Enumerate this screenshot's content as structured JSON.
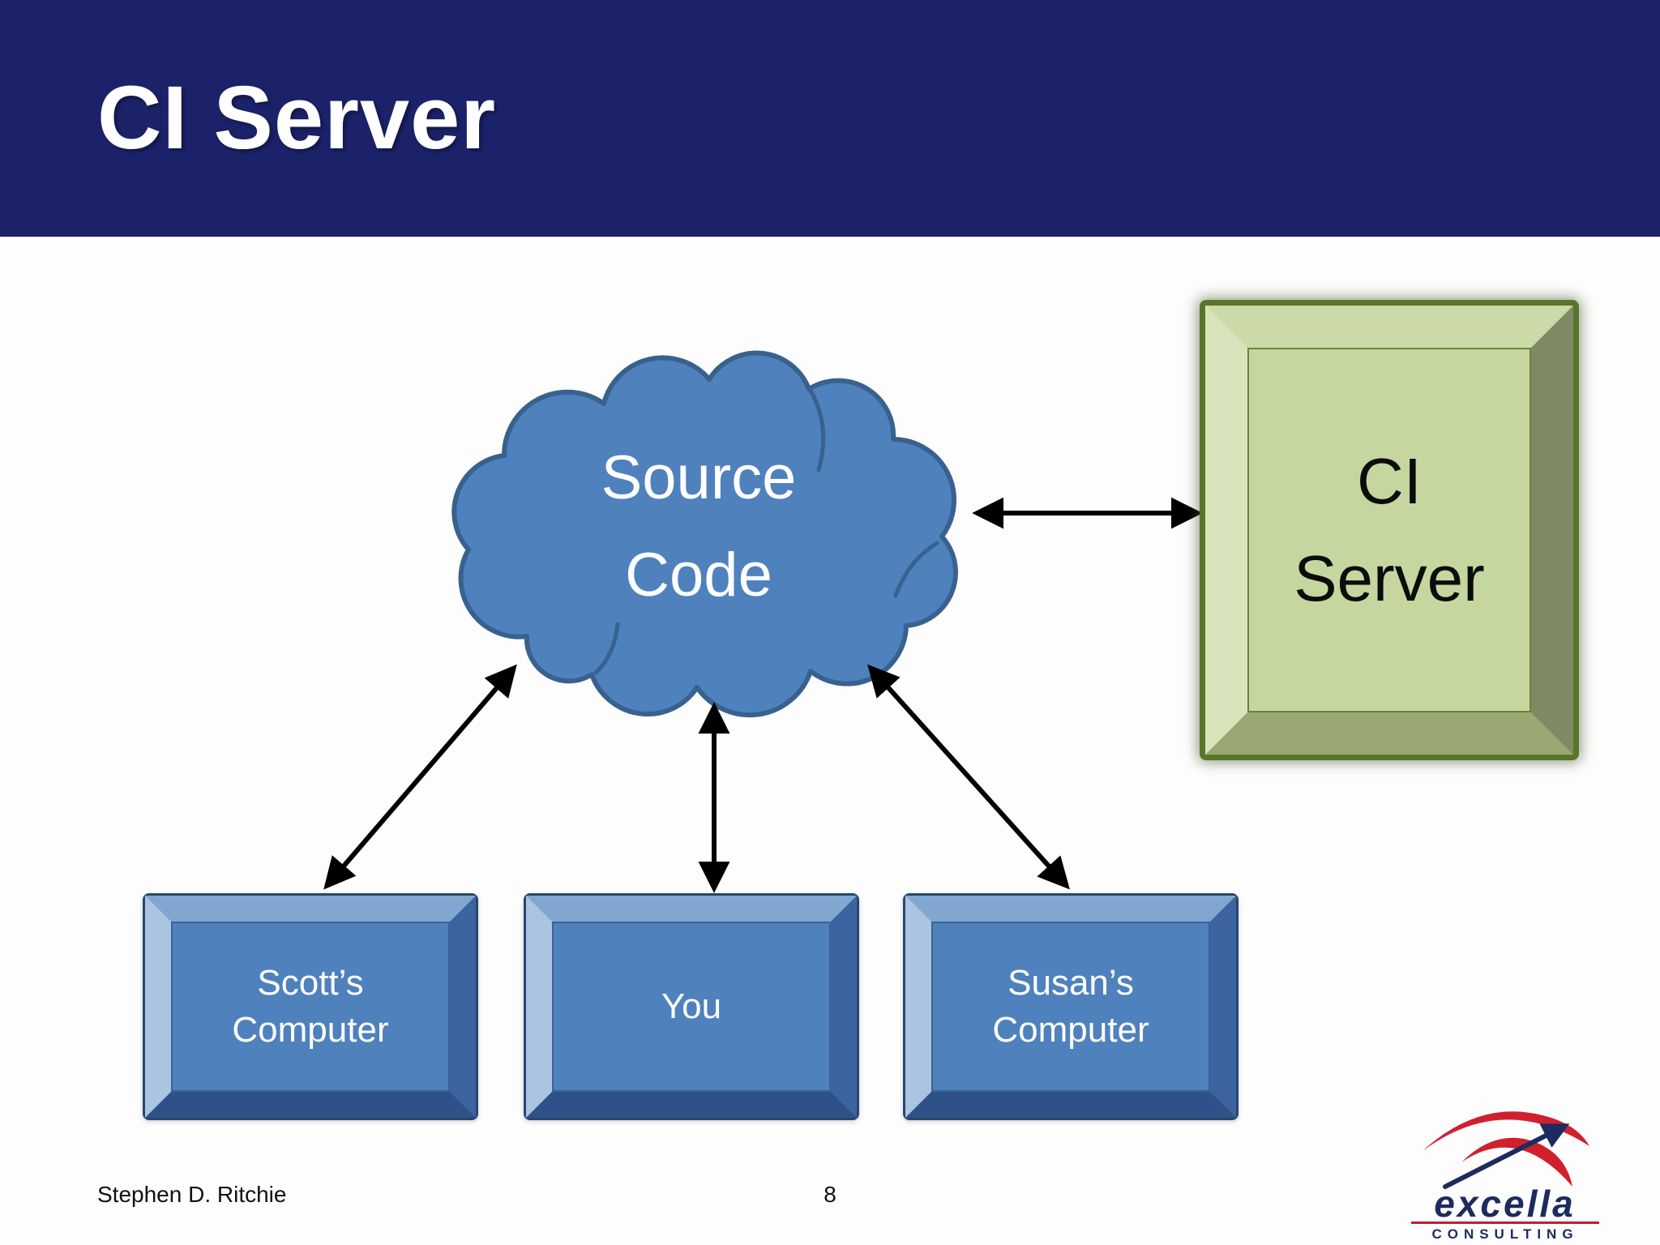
{
  "slide": {
    "title": "CI Server",
    "cloud": {
      "line1": "Source",
      "line2": "Code"
    },
    "ci_box": {
      "line1": "CI",
      "line2": "Server"
    },
    "computers": [
      {
        "line1": "Scott’s",
        "line2": "Computer"
      },
      {
        "line1": "You",
        "line2": ""
      },
      {
        "line1": "Susan’s",
        "line2": "Computer"
      }
    ],
    "footer": {
      "author": "Stephen D. Ritchie",
      "page": "8"
    },
    "logo": {
      "brand": "excella",
      "tagline": "CONSULTING"
    },
    "colors": {
      "header_bg": "#1b2269",
      "title_text": "#ffffff",
      "node_blue_fill": "#4f81bd",
      "node_blue_border": "#38618f",
      "ci_green_fill": "#c5d79f",
      "ci_green_border": "#5a752b",
      "arrow": "#000000",
      "logo_navy": "#1d2b5e",
      "logo_red": "#c02032"
    }
  }
}
